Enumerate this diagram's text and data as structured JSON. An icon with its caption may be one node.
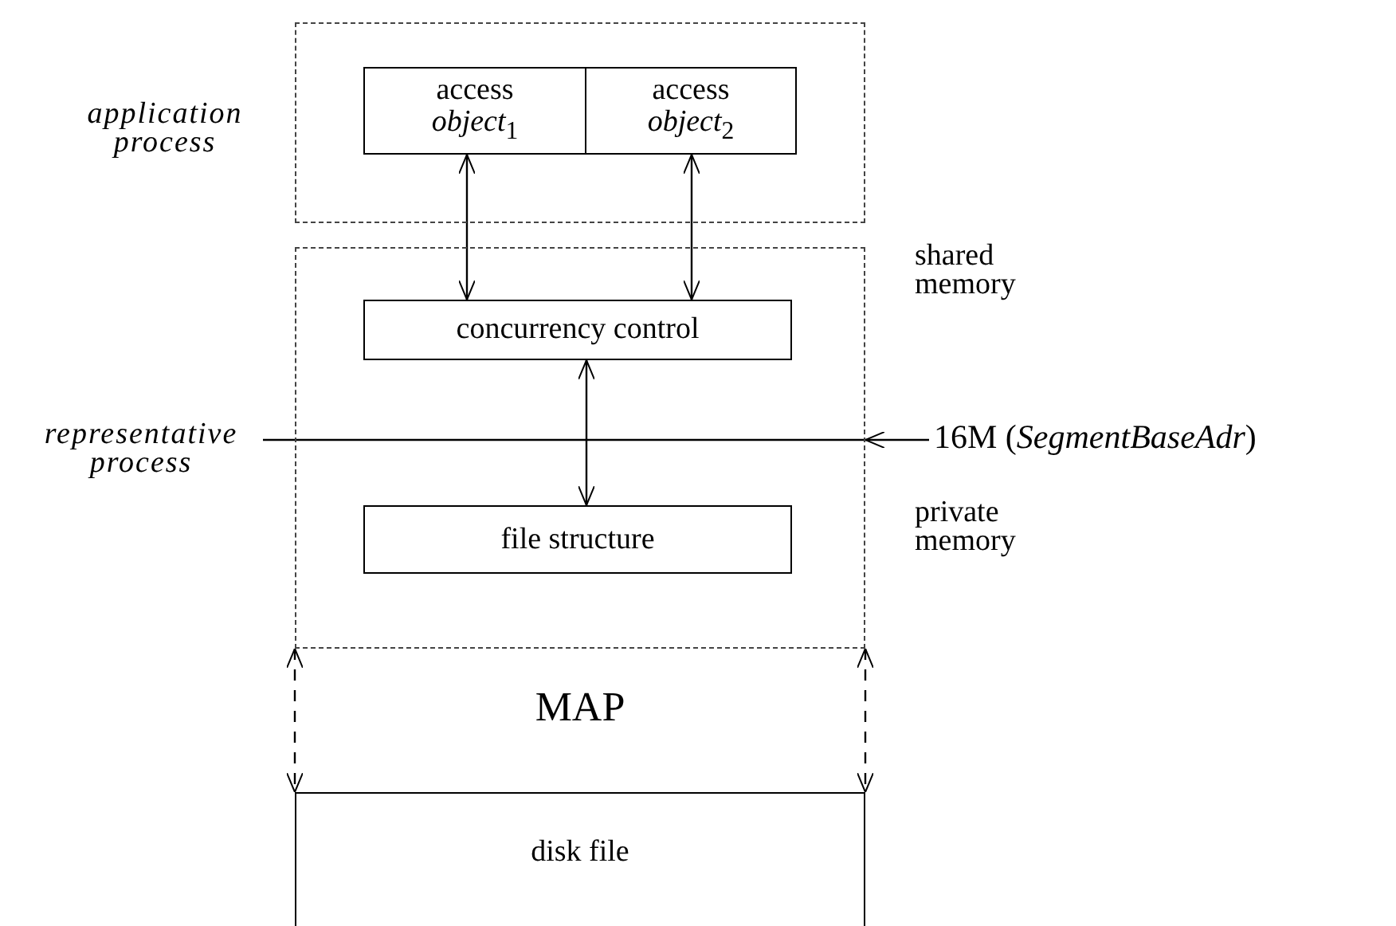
{
  "diagram": {
    "nodes": [
      {
        "text": [
          "application process"
        ]
      },
      {
        "text": [
          "access *object*$_{1}$"
        ],
        "in": 0
      },
      {
        "text": [
          "access *object*$_{2}$"
        ],
        "in": 0
      },
      {
        "text": [
          "representative process"
        ]
      },
      {
        "text": [
          "concurrency control"
        ],
        "in": 3
      },
      {
        "text": [
          "file structure"
        ],
        "in": 3
      },
      {
        "text": [
          "disk file"
        ]
      },
      {
        "text": [
          "16M (*SegmentBaseAdr*)"
        ]
      }
    ],
    "edges": [
      {
        "from": 1,
        "to": 4,
        "arrow": "both"
      },
      {
        "from": 2,
        "to": 4,
        "arrow": "both"
      },
      {
        "from": 4,
        "to": 5,
        "arrow": "both"
      },
      {
        "from": 3,
        "to": 6,
        "arrow": "both",
        "style": "dashed"
      },
      {
        "from": 3,
        "to": 6,
        "arrow": "both",
        "style": "dashed"
      },
      {
        "from": 7,
        "to": 3,
        "arrow": "to"
      }
    ],
    "labels": [
      "shared memory",
      "private memory",
      "MAP"
    ]
  }
}
